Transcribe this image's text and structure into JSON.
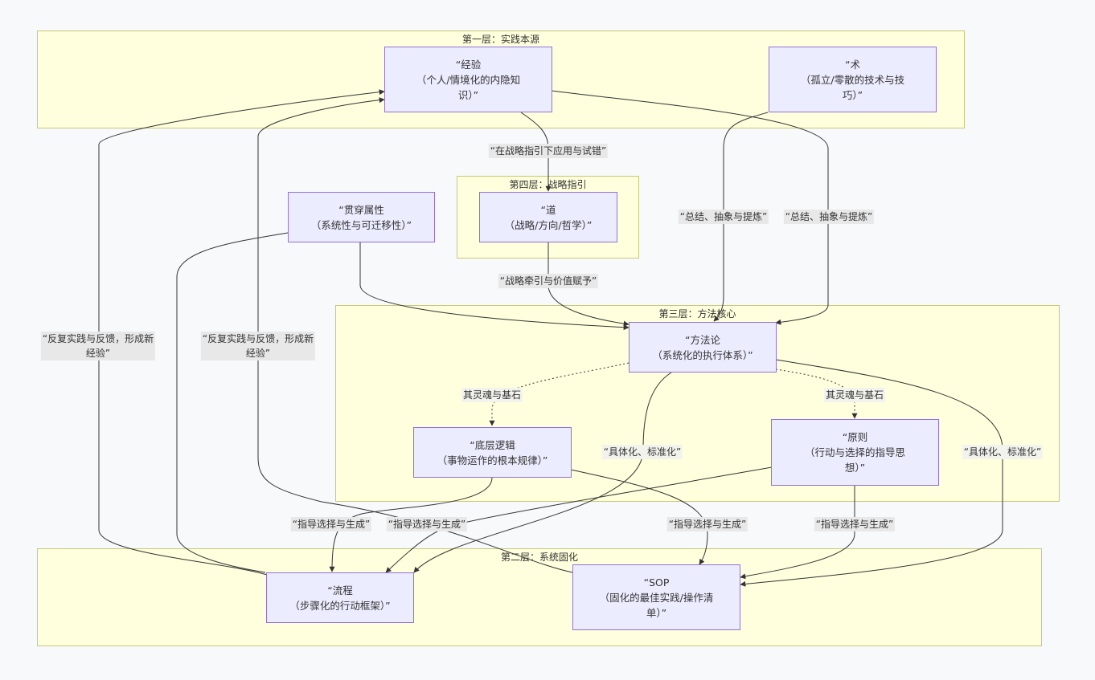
{
  "clusters": {
    "layer1": "第一层：实践本源",
    "layer4": "第四层：战略指引",
    "layer3": "第三层：方法核心",
    "layer2": "第二层：系统固化"
  },
  "nodes": {
    "experience": "“经验\n（个人/情境化的内隐知\n识）”",
    "technique": "“术\n（孤立/零散的技术与技\n巧）”",
    "dao": "“道\n（战略/方向/哲学）”",
    "through": "“贯穿属性\n（系统性与可迁移性）”",
    "methodology": "“方法论\n（系统化的执行体系）”",
    "logic": "“底层逻辑\n（事物运作的根本规律）”",
    "principle": "“原则\n（行动与选择的指导思\n想）”",
    "process": "“流程\n（步骤化的行动框架）”",
    "sop": "“SOP\n（固化的最佳实践/操作清\n单）”"
  },
  "edge_labels": {
    "apply": "“在战略指引下应用与试错”",
    "summarize1": "“总结、抽象与提炼”",
    "summarize2": "“总结、抽象与提炼”",
    "strategic": "“战略牵引与价值赋予”",
    "feedback1": "“反复实践与反馈，形成新\n经验”",
    "feedback2": "“反复实践与反馈，形成新\n经验”",
    "soul1": "其灵魂与基石",
    "soul2": "其灵魂与基石",
    "concrete1": "“具体化、标准化”",
    "concrete2": "“具体化、标准化”",
    "guide1": "“指导选择与生成”",
    "guide2": "“指导选择与生成”",
    "guide3": "“指导选择与生成”",
    "guide4": "“指导选择与生成”"
  },
  "colors": {
    "cluster_fill": "#ffffdd",
    "cluster_border": "#c8c87a",
    "node_fill": "#ececff",
    "node_border": "#9370db",
    "edge": "#333333",
    "label_bg": "#e8e8e8"
  }
}
